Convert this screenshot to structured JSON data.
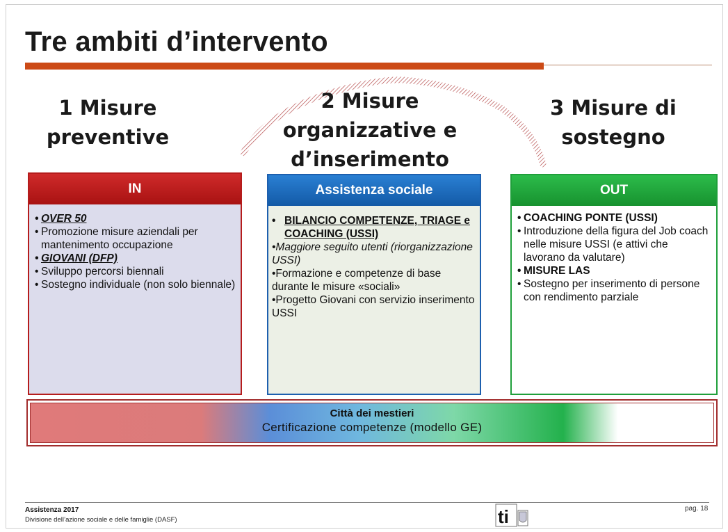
{
  "title": "Tre ambiti d’intervento",
  "columns": [
    {
      "heading_lines": [
        "1 Misure",
        "preventive"
      ]
    },
    {
      "heading_lines": [
        "2 Misure",
        "organizzative e",
        "d’inserimento"
      ]
    },
    {
      "heading_lines": [
        "3 Misure di",
        "sostegno"
      ]
    }
  ],
  "box_in": {
    "header": "IN",
    "items": [
      "OVER 50",
      "Promozione misure aziendali per mantenimento occupazione",
      "GIOVANI (DFP)",
      "Sviluppo percorsi biennali",
      "Sostegno individuale (non solo biennale)"
    ]
  },
  "box_assistenza": {
    "header": "Assistenza sociale",
    "title_bullet": "BILANCIO COMPETENZE, TRIAGE e COACHING (USSI)",
    "items": [
      "•Maggiore seguito utenti (riorganizzazione USSI)",
      "•Formazione e competenze di base durante le misure «sociali»",
      "•Progetto Giovani con servizio inserimento USSI"
    ]
  },
  "box_out": {
    "header": "OUT",
    "items": [
      "COACHING PONTE (USSI)",
      "Introduzione della figura del Job coach nelle misure USSI (e attivi che lavorano da valutare)",
      "MISURE LAS",
      "Sostegno per inserimento di persone con rendimento parziale"
    ]
  },
  "banner": {
    "title": "Città dei mestieri",
    "subtitle": "Certificazione competenze (modello GE)"
  },
  "footer": {
    "org": "Assistenza 2017",
    "division": "Divisione dell’azione sociale e delle famiglie (DASF)",
    "page": "pag. 18",
    "logo_text": "ti"
  },
  "colors": {
    "accent_bar": "#cc4a16",
    "in_red": "#b51c1c",
    "assistenza_blue": "#1d5fae",
    "out_green": "#1f9f3a"
  }
}
